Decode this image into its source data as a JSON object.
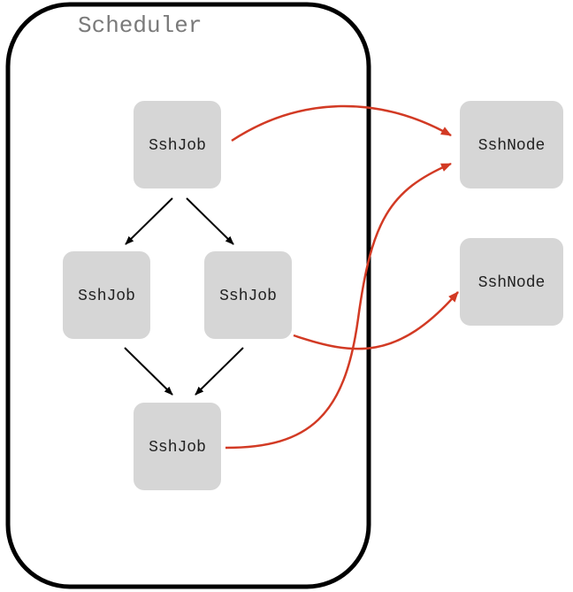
{
  "scheduler": {
    "title": "Scheduler"
  },
  "jobs": [
    {
      "label": "SshJob"
    },
    {
      "label": "SshJob"
    },
    {
      "label": "SshJob"
    },
    {
      "label": "SshJob"
    }
  ],
  "nodes": [
    {
      "label": "SshNode"
    },
    {
      "label": "SshNode"
    }
  ],
  "colors": {
    "box_fill": "#d6d6d6",
    "frame_stroke": "#000000",
    "dependency_arrow": "#000000",
    "assignment_arrow": "#d23a24"
  }
}
